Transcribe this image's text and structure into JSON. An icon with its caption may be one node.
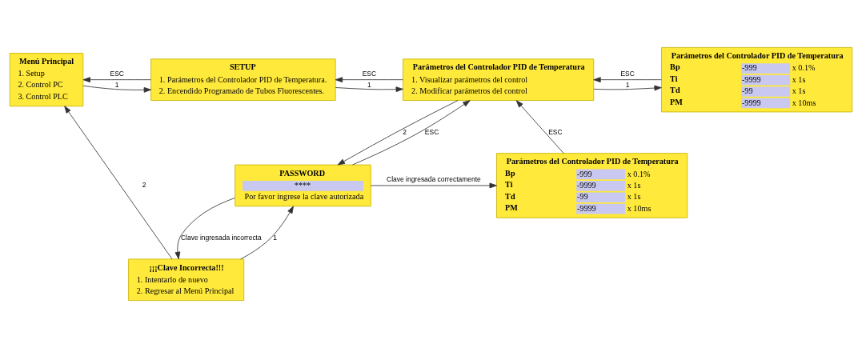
{
  "diagram": {
    "nodes": [
      {
        "text": [
          "Menú Principal",
          "1. Setup",
          "2. Control PC",
          "3. Control PLC"
        ]
      },
      {
        "text": [
          "SETUP",
          "1. Parámetros del Controlador PID de Temperatura.",
          "2. Encendido Programado de Tubos Fluorescentes."
        ]
      },
      {
        "text": [
          "Parámetros del Controlador PID de Temperatura",
          "1. Visualizar parámetros del control",
          "2. Modificar parámetros del control"
        ]
      },
      {
        "text": [
          "Parámetros del Controlador PID de Temperatura",
          "Bp",
          "-999",
          "x 0.1%",
          "Ti",
          "-9999",
          "x 1s",
          "Td",
          "-99",
          "x 1s",
          "PM",
          "-9999",
          "x 10ms"
        ]
      },
      {
        "text": [
          "PASSWORD",
          "****",
          "Por favor ingrese la clave autorizada"
        ]
      },
      {
        "text": [
          "Parámetros del Controlador PID de Temperatura",
          "Bp",
          "-999",
          "x 0.1%",
          "Ti",
          "-9999",
          "x 1s",
          "Td",
          "-99",
          "x 1s",
          "PM",
          "-9999",
          "x 10ms"
        ]
      },
      {
        "text": [
          "¡¡¡Clave Incorrecta!!!",
          "1. Intentarlo de nuevo",
          "2. Regresar al Menú Principal"
        ]
      }
    ],
    "edges": [
      {
        "from": 0,
        "to": 1,
        "arrow": "to",
        "label": "1"
      },
      {
        "from": 1,
        "to": 0,
        "arrow": "to",
        "label": "ESC"
      },
      {
        "from": 1,
        "to": 2,
        "arrow": "to",
        "label": "1"
      },
      {
        "from": 2,
        "to": 1,
        "arrow": "to",
        "label": "ESC"
      },
      {
        "from": 2,
        "to": 3,
        "arrow": "to",
        "label": "1"
      },
      {
        "from": 3,
        "to": 2,
        "arrow": "to",
        "label": "ESC"
      },
      {
        "from": 2,
        "to": 4,
        "arrow": "to",
        "label": "2"
      },
      {
        "from": 4,
        "to": 2,
        "arrow": "to",
        "label": "ESC"
      },
      {
        "from": 4,
        "to": 5,
        "arrow": "to",
        "label": "Clave ingresada correctamente"
      },
      {
        "from": 4,
        "to": 6,
        "arrow": "to",
        "label": "Clave ingresada incorrecta"
      },
      {
        "from": 6,
        "to": 4,
        "arrow": "to",
        "label": "1"
      },
      {
        "from": 6,
        "to": 0,
        "arrow": "to",
        "label": "2"
      },
      {
        "from": 5,
        "to": 2,
        "arrow": "to",
        "label": "ESC"
      }
    ]
  }
}
